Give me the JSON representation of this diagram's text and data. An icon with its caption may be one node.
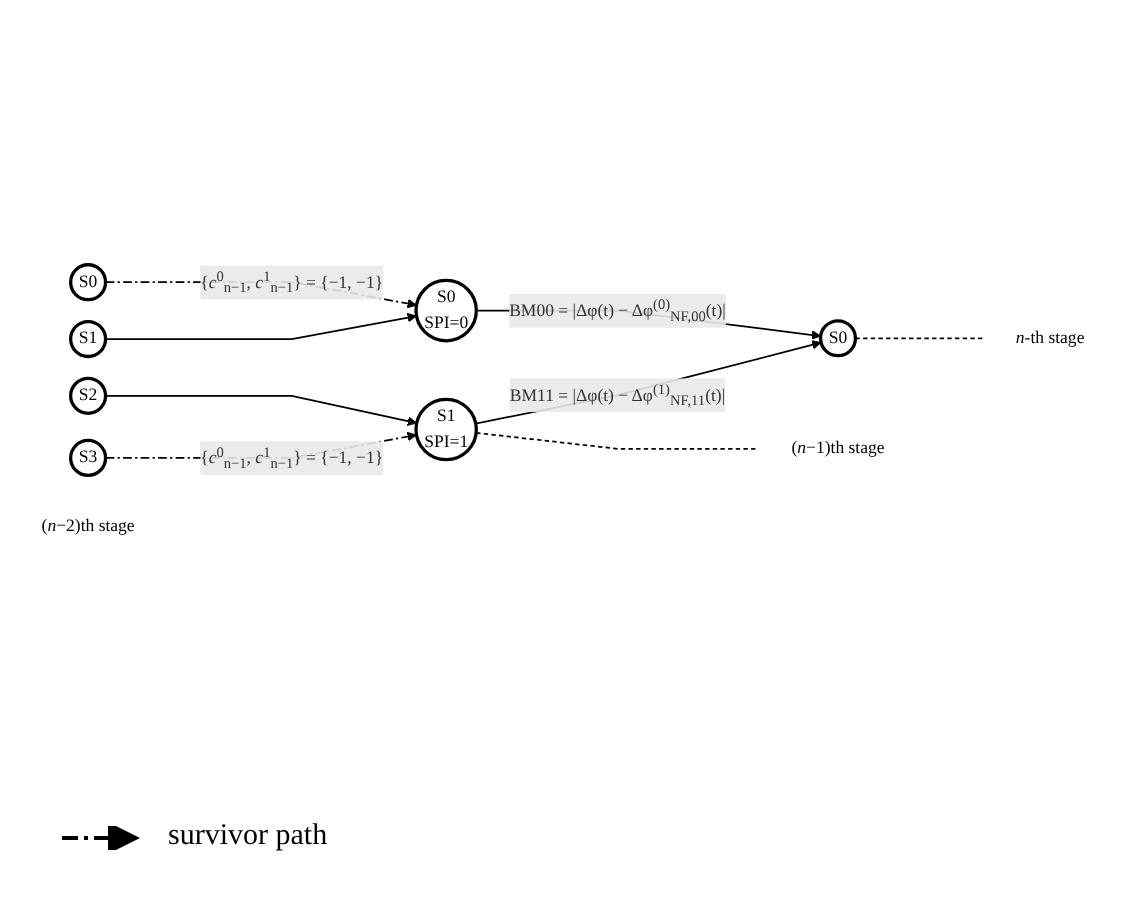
{
  "diagram": {
    "nodes": [
      {
        "text": [
          "S0"
        ]
      },
      {
        "text": [
          "S0",
          "SPI=0"
        ]
      },
      {
        "text": [
          "S0"
        ]
      },
      {
        "text": [
          "S1"
        ]
      },
      {
        "text": [
          "S1",
          "SPI=1"
        ]
      },
      {
        "text": [
          "S2"
        ]
      },
      {
        "text": [
          "S3"
        ]
      },
      {
        "text": [
          "(*n*−2)th stage"
        ]
      },
      {
        "text": [
          "(*n*−1)th stage"
        ]
      },
      {
        "text": [
          "*n*-th stage"
        ]
      }
    ],
    "edges": [
      {
        "from": 0,
        "to": 1,
        "arrow": "to",
        "style": "dashed",
        "label": "{*c*$^{0}$$_{n−1}$, *c*$^{1}$$_{n−1}$} = {−1, −1}"
      },
      {
        "from": 3,
        "to": 1,
        "arrow": "to"
      },
      {
        "from": 5,
        "to": 4,
        "arrow": "to"
      },
      {
        "from": 6,
        "to": 4,
        "arrow": "to",
        "style": "dashed",
        "label": "{*c*$^{0}$$_{n−1}$, *c*$^{1}$$_{n−1}$} = {−1, −1}"
      },
      {
        "from": 1,
        "to": 2,
        "arrow": "to",
        "label": "BM00 = |Δφ(t) − Δφ$^{(0)}$$_{NF,00}$(t)|"
      },
      {
        "from": 4,
        "to": 2,
        "arrow": "to",
        "label": "BM11 = |Δφ(t) − Δφ$^{(1)}$$_{NF,11}$(t)|"
      },
      {
        "from": 4,
        "to": 8,
        "arrow": "none",
        "style": "dashed"
      },
      {
        "from": 2,
        "to": 9,
        "arrow": "none",
        "style": "dashed"
      }
    ],
    "legend": [
      {
        "text": "survivor path"
      }
    ]
  }
}
